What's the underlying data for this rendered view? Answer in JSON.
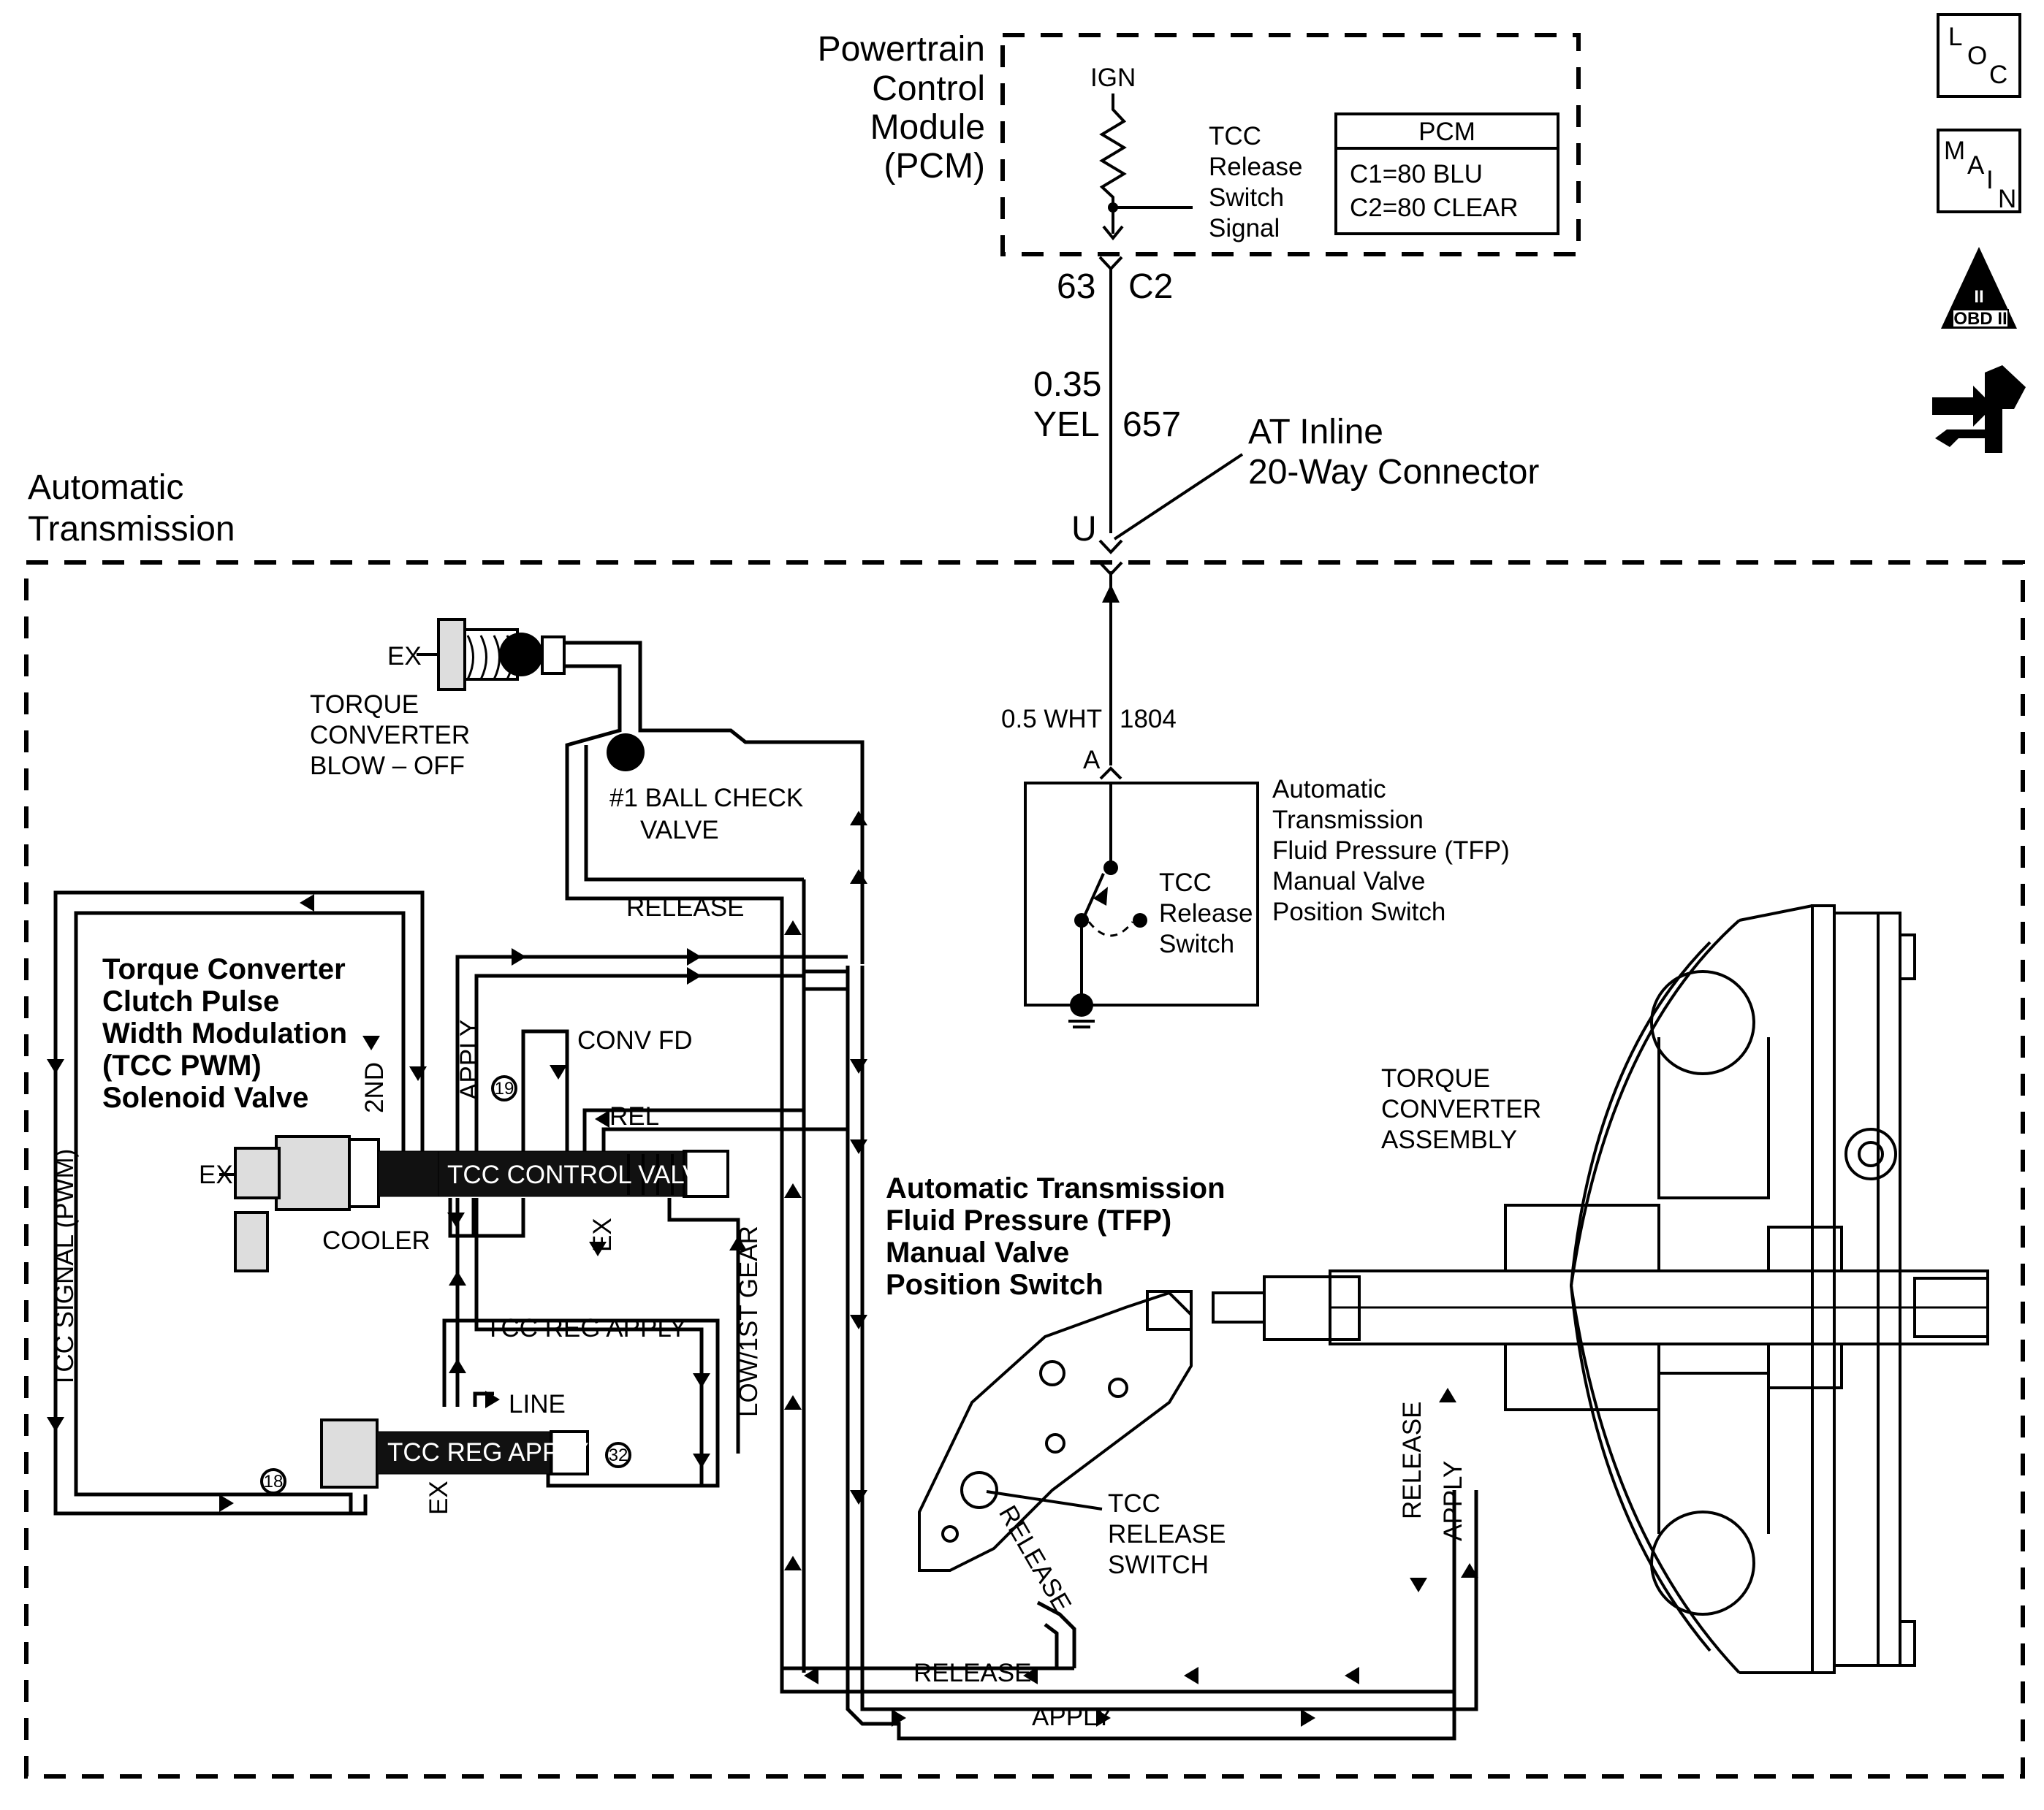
{
  "pcm_block": {
    "title_lines": [
      "Powertrain",
      "Control",
      "Module",
      "(PCM)"
    ],
    "ign": "IGN",
    "signal_lines": [
      "TCC",
      "Release",
      "Switch",
      "Signal"
    ],
    "table_header": "PCM",
    "table_rows": [
      "C1=80 BLU",
      "C2=80 CLEAR"
    ]
  },
  "wires": {
    "pin_63": "63",
    "conn_c2": "C2",
    "gauge_035": "0.35",
    "color_yel": "YEL",
    "circuit_657": "657",
    "inline_label": [
      "AT Inline",
      "20-Way Connector"
    ],
    "pin_u": "U",
    "wire_lower": "0.5 WHT",
    "circuit_1804": "1804",
    "pin_a": "A"
  },
  "transmission": {
    "title_lines": [
      "Automatic",
      "Transmission"
    ]
  },
  "tfp_box": {
    "label_lines": [
      "Automatic",
      "Transmission",
      "Fluid Pressure (TFP)",
      "Manual Valve",
      "Position Switch"
    ],
    "switch_lines": [
      "TCC",
      "Release",
      "Switch"
    ]
  },
  "hydraulic": {
    "ex": "EX",
    "blowoff_lines": [
      "TORQUE",
      "CONVERTER",
      "BLOW – OFF"
    ],
    "ball_check_lines": [
      "#1 BALL CHECK",
      "VALVE"
    ],
    "release": "RELEASE",
    "apply": "APPLY",
    "tcc_pwm_lines": [
      "Torque Converter",
      "Clutch Pulse",
      "Width Modulation",
      "(TCC PWM)",
      "Solenoid Valve"
    ],
    "second": "2ND",
    "apply_vertical": "APPLY",
    "conv_fd": "CONV FD",
    "rel": "REL",
    "tcc_control_valve": "TCC CONTROL VALVE",
    "cooler": "COOLER",
    "tcc_signal": "TCC SIGNAL (PWM)",
    "tcc_reg_apply": "TCC REG APPLY",
    "line": "LINE",
    "tcc_reg_apply_valve": "TCC REG APPLY",
    "low_1st": "LOW/1ST GEAR",
    "orifice_19": "19",
    "orifice_18": "18",
    "orifice_32": "32",
    "tfp_bold_lines": [
      "Automatic Transmission",
      "Fluid Pressure (TFP)",
      "Manual Valve",
      "Position Switch"
    ],
    "tcc_release_switch_lines": [
      "TCC",
      "RELEASE",
      "SWITCH"
    ],
    "torque_conv_lines": [
      "TORQUE",
      "CONVERTER",
      "ASSEMBLY"
    ]
  },
  "side_icons": {
    "loc": [
      "L",
      "O",
      "C"
    ],
    "main": [
      "M",
      "A",
      "I",
      "N"
    ],
    "obd_numeral": "II",
    "obd_text": "OBD II"
  }
}
